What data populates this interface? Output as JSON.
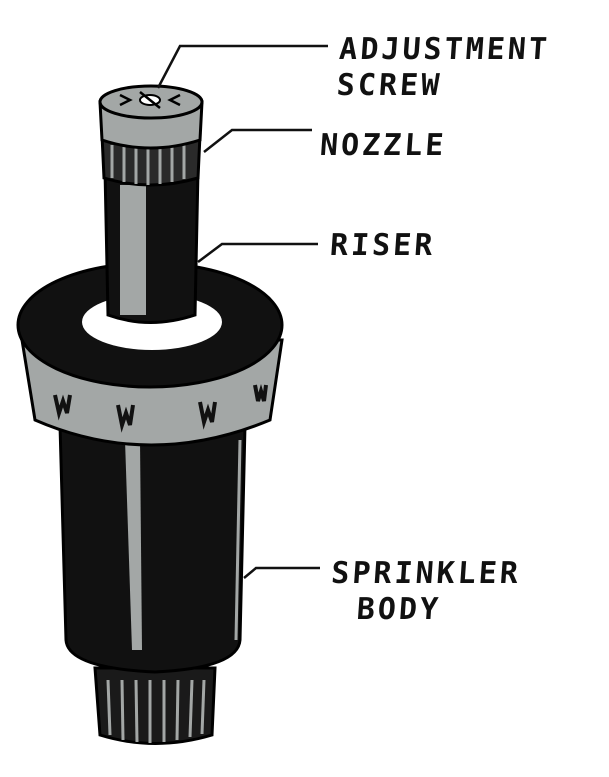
{
  "labels": {
    "adjustment_screw": [
      "ADJUSTMENT",
      "SCREW"
    ],
    "nozzle": "NOZZLE",
    "riser": "RISER",
    "sprinkler_body": [
      "SPRINKLER",
      "BODY"
    ]
  },
  "colors": {
    "dark": "#111111",
    "gray": "#a3a7a6",
    "white": "#ffffff"
  }
}
